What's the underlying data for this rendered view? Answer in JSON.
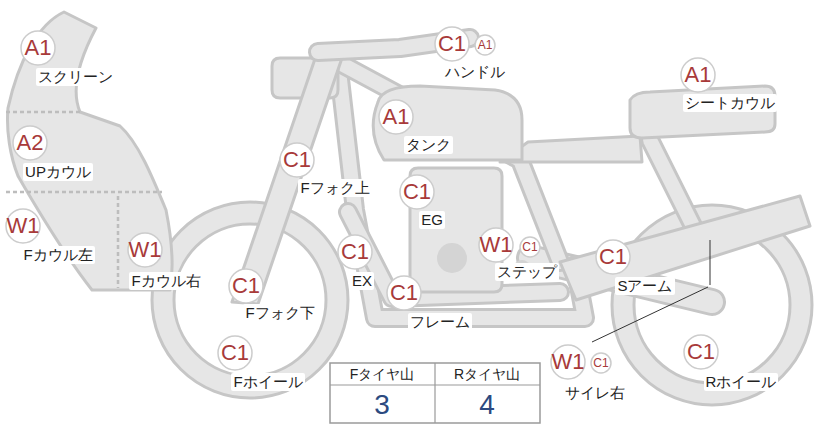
{
  "diagram": {
    "nodes": [
      {
        "text": [
          "A1",
          "スクリーン"
        ]
      },
      {
        "text": [
          "C1",
          "ハンドル"
        ]
      },
      {
        "text": [
          "A1"
        ]
      },
      {
        "text": [
          "A1",
          "シートカウル"
        ]
      },
      {
        "text": [
          "A1",
          "タンク"
        ]
      },
      {
        "text": [
          "A2",
          "UPカウル"
        ]
      },
      {
        "text": [
          "C1",
          "Fフォク上"
        ]
      },
      {
        "text": [
          "C1",
          "EG"
        ]
      },
      {
        "text": [
          "W1",
          "Fカウル左"
        ]
      },
      {
        "text": [
          "W1",
          "Fカウル右"
        ]
      },
      {
        "text": [
          "C1",
          "EX"
        ]
      },
      {
        "text": [
          "W1",
          "ステップ"
        ]
      },
      {
        "text": [
          "C1"
        ]
      },
      {
        "text": [
          "C1",
          "Sアーム"
        ]
      },
      {
        "text": [
          "C1",
          "Fフォク下"
        ]
      },
      {
        "text": [
          "C1",
          "フレーム"
        ]
      },
      {
        "text": [
          "C1",
          "Fホイール"
        ]
      },
      {
        "text": [
          "W1",
          "サイレ右"
        ]
      },
      {
        "text": [
          "C1"
        ]
      },
      {
        "text": [
          "C1",
          "Rホイール"
        ]
      }
    ],
    "labels": [
      "Fタイヤ山",
      "Rタイヤ山",
      "3",
      "4"
    ]
  }
}
